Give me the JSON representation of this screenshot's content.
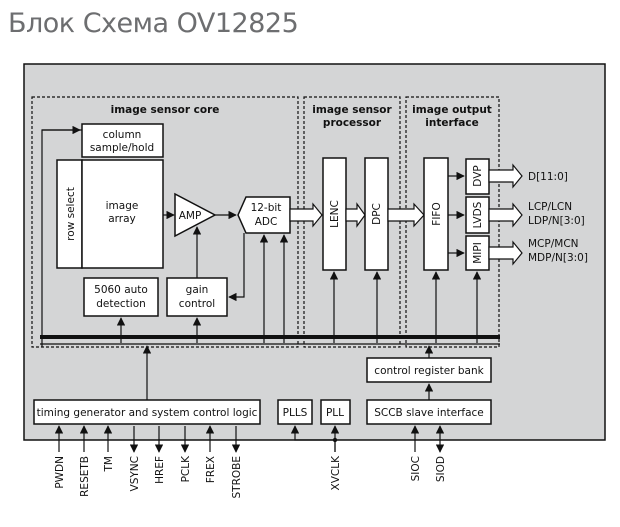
{
  "title": "Блок Схема OV12825",
  "sections": {
    "core": "image sensor core",
    "processor": [
      "image sensor",
      "processor"
    ],
    "output": [
      "image output",
      "interface"
    ]
  },
  "blocks": {
    "column": [
      "column",
      "sample/hold"
    ],
    "row_select": "row select",
    "image_array": [
      "image",
      "array"
    ],
    "amp": "AMP",
    "adc": [
      "12-bit",
      "ADC"
    ],
    "auto_detection": [
      "5060 auto",
      "detection"
    ],
    "gain_control": [
      "gain",
      "control"
    ],
    "lenc": "LENC",
    "dpc": "DPC",
    "fifo": "FIFO",
    "dvp": "DVP",
    "lvds": "LVDS",
    "mipi": "MIPI",
    "control_register_bank": "control register bank",
    "timing_generator": "timing generator and system control logic",
    "plls": "PLLS",
    "pll": "PLL",
    "sccb": "SCCB slave interface"
  },
  "outputs": {
    "dvp": "D[11:0]",
    "lvds": [
      "LCP/LCN",
      "LDP/N[3:0]"
    ],
    "mipi": [
      "MCP/MCN",
      "MDP/N[3:0]"
    ]
  },
  "pins": [
    "PWDN",
    "RESETB",
    "TM",
    "VSYNC",
    "HREF",
    "PCLK",
    "FREX",
    "STROBE",
    "XVCLK",
    "SIOC",
    "SIOD"
  ],
  "colors": {
    "chip_fill": "#d4d5d6",
    "block_fill": "#ffffff",
    "line": "#111111",
    "title": "#6d6e70"
  }
}
